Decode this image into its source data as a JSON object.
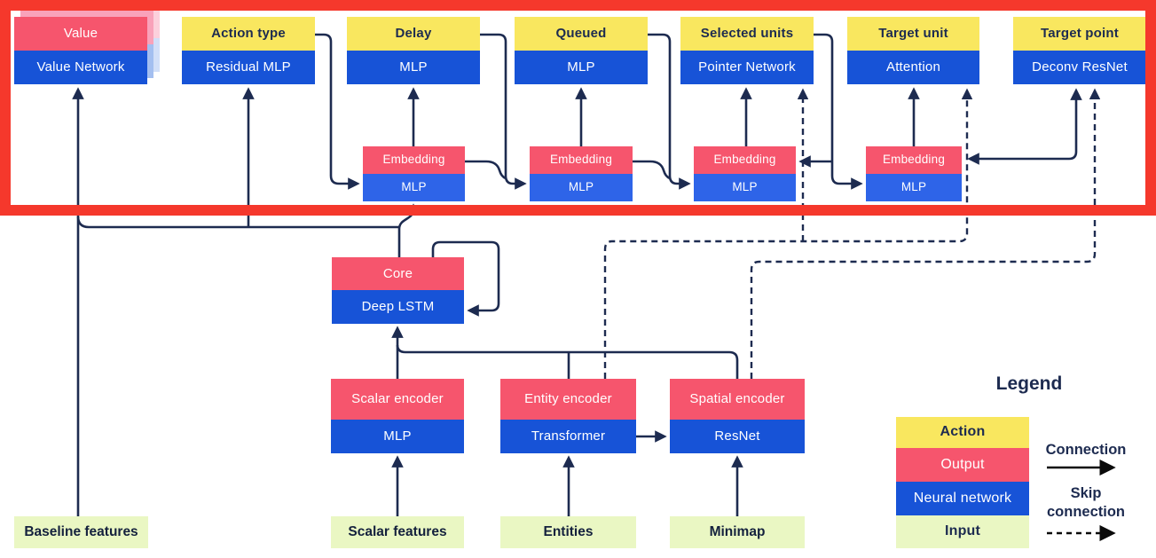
{
  "nodes": {
    "value": {
      "top": "Value",
      "bottom": "Value Network"
    },
    "action_type": {
      "top": "Action type",
      "bottom": "Residual MLP"
    },
    "delay": {
      "top": "Delay",
      "bottom": "MLP"
    },
    "queued": {
      "top": "Queued",
      "bottom": "MLP"
    },
    "selected_units": {
      "top": "Selected units",
      "bottom": "Pointer Network"
    },
    "target_unit": {
      "top": "Target unit",
      "bottom": "Attention"
    },
    "target_point": {
      "top": "Target point",
      "bottom": "Deconv ResNet"
    },
    "embedding1": {
      "top": "Embedding",
      "bottom": "MLP"
    },
    "embedding2": {
      "top": "Embedding",
      "bottom": "MLP"
    },
    "embedding3": {
      "top": "Embedding",
      "bottom": "MLP"
    },
    "embedding4": {
      "top": "Embedding",
      "bottom": "MLP"
    },
    "core": {
      "top": "Core",
      "bottom": "Deep LSTM"
    },
    "scalar_encoder": {
      "top": "Scalar encoder",
      "bottom": "MLP"
    },
    "entity_encoder": {
      "top": "Entity encoder",
      "bottom": "Transformer"
    },
    "spatial_encoder": {
      "top": "Spatial encoder",
      "bottom": "ResNet"
    },
    "baseline_features": {
      "label": "Baseline features"
    },
    "scalar_features": {
      "label": "Scalar features"
    },
    "entities": {
      "label": "Entities"
    },
    "minimap": {
      "label": "Minimap"
    }
  },
  "legend": {
    "title": "Legend",
    "items": [
      {
        "label": "Action",
        "color": "#f9e75f"
      },
      {
        "label": "Output",
        "color": "#f6556d"
      },
      {
        "label": "Neural network",
        "color": "#1753d7"
      },
      {
        "label": "Input",
        "color": "#eaf7c3"
      }
    ],
    "connection_label": "Connection",
    "skip_connection_label": "Skip connection"
  },
  "colors": {
    "action_yellow": "#f9e75f",
    "output_pink": "#f6556d",
    "network_blue": "#1753d7",
    "embedding_blue": "#2e64e8",
    "input_green": "#eaf7c3",
    "wire_navy": "#1d2b50",
    "highlight_red": "#f5382c"
  }
}
